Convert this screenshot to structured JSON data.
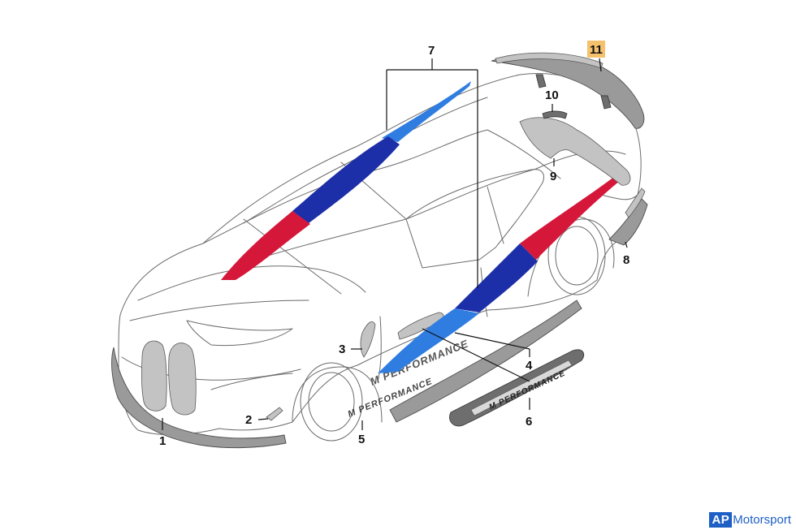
{
  "diagram": {
    "callouts": [
      {
        "id": "1",
        "label": "1"
      },
      {
        "id": "2",
        "label": "2"
      },
      {
        "id": "3",
        "label": "3"
      },
      {
        "id": "4",
        "label": "4"
      },
      {
        "id": "5",
        "label": "5"
      },
      {
        "id": "6",
        "label": "6"
      },
      {
        "id": "7",
        "label": "7"
      },
      {
        "id": "8",
        "label": "8"
      },
      {
        "id": "9",
        "label": "9"
      },
      {
        "id": "10",
        "label": "10"
      },
      {
        "id": "11",
        "label": "11",
        "highlight": "#f5c16c"
      }
    ],
    "decal_text": "M PERFORMANCE",
    "sill_text": "M PERFORMANCE",
    "door_text": "M PERFORMANCE",
    "stripe_colors": {
      "light_blue": "#2f7de1",
      "dark_blue": "#1d2fa8",
      "red": "#d5173a"
    }
  },
  "watermark": {
    "ap": "AP",
    "rest": "Motorsport"
  }
}
